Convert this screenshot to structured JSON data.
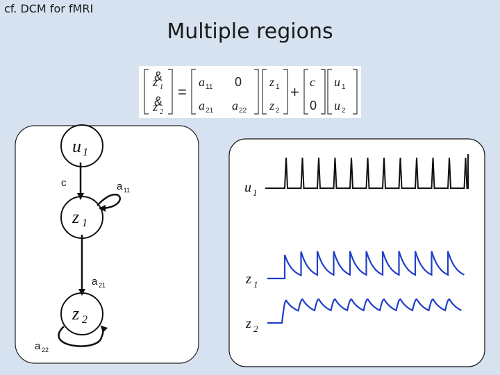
{
  "slide": {
    "corner_label": "cf. DCM for fMRI",
    "title": "Multiple regions"
  },
  "equation": {
    "lhs": [
      "&",
      "&"
    ],
    "lhs_subscripts": [
      "1",
      "2"
    ],
    "lhs_base": [
      "z",
      "z"
    ],
    "equals": "=",
    "A": [
      [
        "a",
        "0"
      ],
      [
        "a",
        "a"
      ]
    ],
    "A_subscripts": [
      [
        "11",
        ""
      ],
      [
        "21",
        "22"
      ]
    ],
    "z": [
      "z",
      "z"
    ],
    "z_subscripts": [
      "1",
      "2"
    ],
    "plus": "+",
    "C": [
      [
        "c"
      ],
      [
        "0"
      ]
    ],
    "u": [
      "u",
      "u"
    ],
    "u_subscripts": [
      "1",
      "2"
    ]
  },
  "graph": {
    "node_u1": {
      "base": "u",
      "sub": "1"
    },
    "node_z1": {
      "base": "z",
      "sub": "1"
    },
    "node_z2": {
      "base": "z",
      "sub": "2"
    },
    "edge_c": "c",
    "edge_a11": {
      "base": "a",
      "sub": "11"
    },
    "edge_a21": {
      "base": "a",
      "sub": "21"
    },
    "edge_a22": {
      "base": "a",
      "sub": "22"
    }
  },
  "signals": {
    "u1": {
      "base": "u",
      "sub": "1"
    },
    "z1": {
      "base": "z",
      "sub": "1"
    },
    "z2": {
      "base": "z",
      "sub": "2"
    },
    "pulse_count": 12,
    "colors": {
      "input": "#111111",
      "response": "#1f3fc9"
    }
  }
}
